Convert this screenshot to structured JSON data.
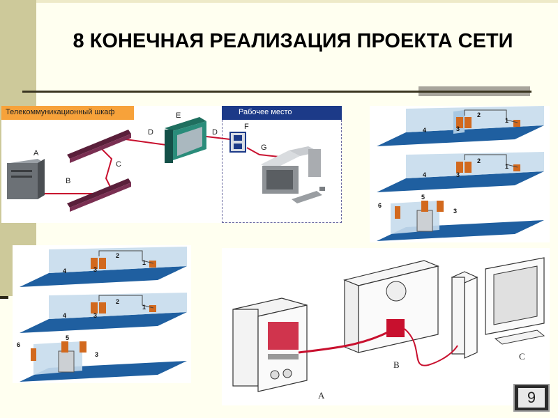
{
  "slide": {
    "title": "8 КОНЕЧНАЯ РЕАЛИЗАЦИЯ ПРОЕКТА СЕТИ",
    "page_number": "9"
  },
  "diagram": {
    "telecom_cabinet_label": "Телекоммуникационный шкаф",
    "workplace_label": "Рабочее место",
    "labels": {
      "a": "A",
      "b": "B",
      "c": "C",
      "d1": "D",
      "e": "E",
      "d2": "D",
      "f": "F",
      "g": "G"
    }
  },
  "building": {
    "labels": {
      "n1": "1",
      "n2": "2",
      "n3": "3",
      "n4": "4",
      "n5": "5",
      "n6": "6"
    }
  },
  "photo": {
    "labels": {
      "a": "A",
      "b": "B",
      "c": "C"
    }
  },
  "colors": {
    "background": "#fffff0",
    "left_bar": "#cdc99a",
    "telecom_header": "#f7a23a",
    "workplace_header": "#1c3a88",
    "cable": "#c8102e",
    "floor": "#1f5fa0",
    "wall": "#c7dcec",
    "device": "#d2691e"
  }
}
